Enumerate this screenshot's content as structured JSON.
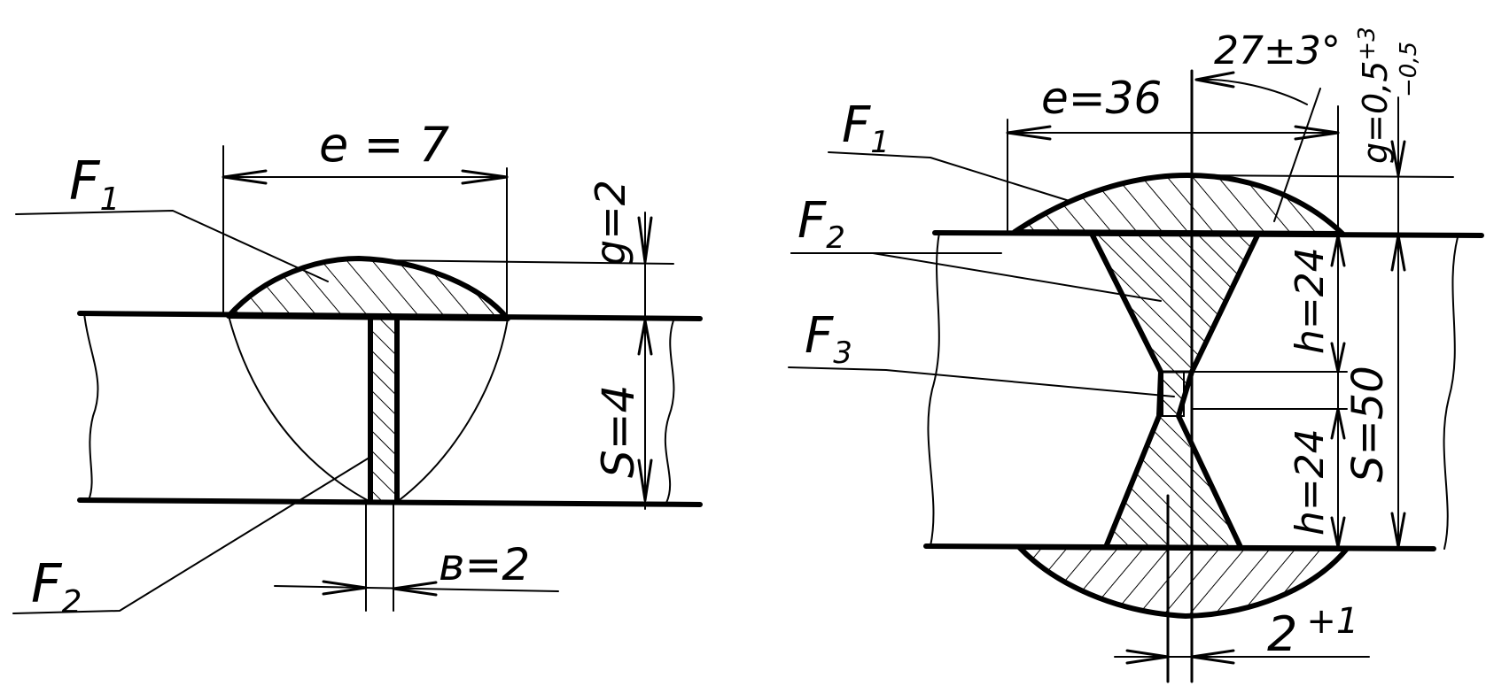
{
  "left_joint": {
    "labels": {
      "f1": "F",
      "f1_sub": "1",
      "f2": "F",
      "f2_sub": "2",
      "width": "e = 7",
      "reinforcement": "g=2",
      "thickness": "S=4",
      "gap": "в=2"
    }
  },
  "right_joint": {
    "labels": {
      "f1": "F",
      "f1_sub": "1",
      "f2": "F",
      "f2_sub": "2",
      "f3": "F",
      "f3_sub": "3",
      "width": "e=36",
      "angle": "27±3°",
      "reinforcement": "g=0,5",
      "reinforcement_tol_upper": "+3",
      "reinforcement_tol_lower": "−0,5",
      "depth_top": "h=24",
      "depth_bottom": "h=24",
      "thickness": "S=50",
      "gap": "2",
      "gap_tol": "+1"
    }
  }
}
